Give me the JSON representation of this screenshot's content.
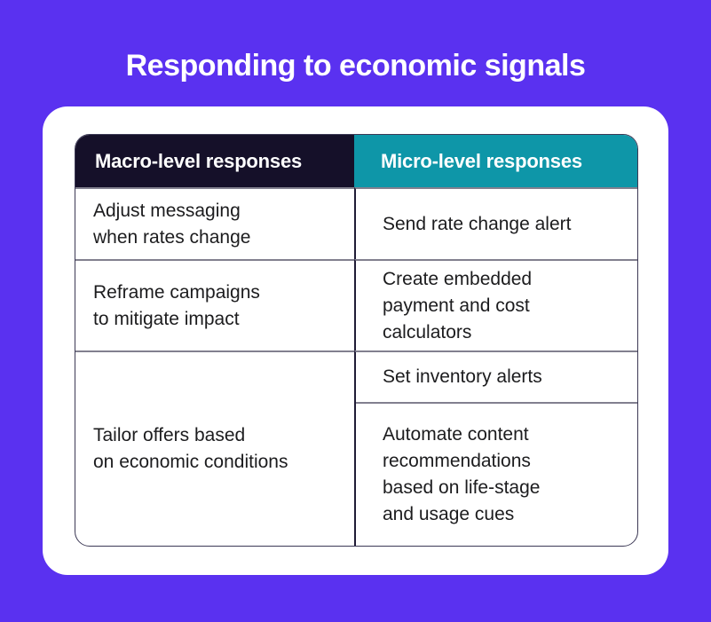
{
  "title": "Responding to economic signals",
  "colors": {
    "background": "#5A31F0",
    "card": "#FFFFFF",
    "macro_header_bg": "#151029",
    "micro_header_bg": "#0E96A8",
    "header_text": "#FFFFFF",
    "body_text": "#1C1C1E",
    "row_divider": "#82808F",
    "column_divider": "#201C36",
    "table_border": "#3C3955"
  },
  "table": {
    "header": {
      "macro": "Macro-level responses",
      "micro": "Micro-level responses"
    },
    "rows": [
      {
        "macro": "Adjust messaging\nwhen rates change",
        "micro": "Send rate change alert"
      },
      {
        "macro": "Reframe campaigns\nto mitigate impact",
        "micro": "Create embedded\npayment and cost\ncalculators"
      },
      {
        "macro": "Tailor offers based\non economic conditions",
        "micro_top": "Set inventory alerts",
        "micro_bottom": "Automate content\nrecommendations\nbased on life-stage\nand usage cues"
      }
    ]
  }
}
